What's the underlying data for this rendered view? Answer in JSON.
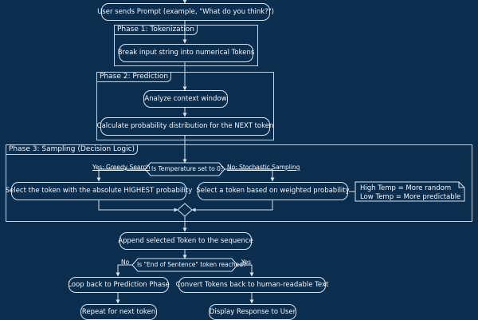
{
  "nodes": {
    "start": "User sends Prompt (example, \"What do you think?\")",
    "tokenize": "Break input string into numerical Tokens",
    "analyze": "Analyze context window",
    "calculate": "Calculate probability distribution for the NEXT token",
    "greedy": "Select the token with the absolute HIGHEST probability",
    "weighted": "Select a token based on weighted probability",
    "append": "Append selected Token to the sequence",
    "loop_back": "Loop back to Prediction Phase",
    "convert": "Convert Tokens back to human-readable Text",
    "repeat": "Repeat for next token",
    "display": "Display Response to User"
  },
  "phases": {
    "tokenization": "Phase 1: Tokenization",
    "prediction": "Phase 2: Prediction",
    "sampling": "Phase 3: Sampling (Decision Logic)"
  },
  "decisions": {
    "temperature": {
      "question": "Is Temperature set to 0?",
      "yes_label": "Yes: Greedy Search",
      "no_label": "No: Stochastic Sampling"
    },
    "end_of_sentence": {
      "question": "Is \"End of Sentence\" token reached?",
      "no_label": "No",
      "yes_label": "Yes"
    }
  },
  "note": {
    "line1": "High Temp = More random",
    "line2": "Low Temp = More predictable"
  },
  "colors": {
    "background": "#0b2e4f",
    "line": "#d8e3ee",
    "text": "#f2f6fa"
  }
}
